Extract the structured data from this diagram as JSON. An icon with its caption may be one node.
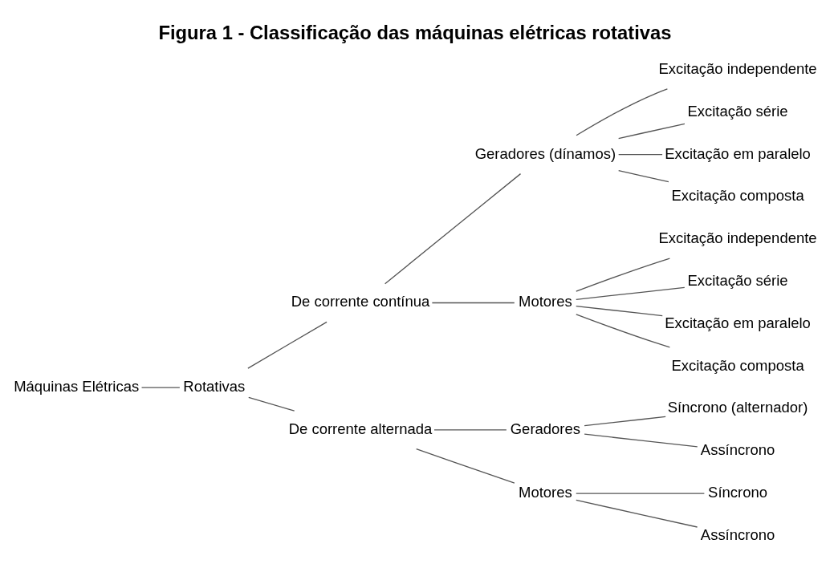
{
  "diagram": {
    "title": "Figura 1 - Classificação das máquinas elétricas rotativas",
    "nodes": [
      {
        "text": [
          "Máquinas Elétricas"
        ]
      },
      {
        "text": [
          "Rotativas"
        ]
      },
      {
        "text": [
          "De corrente contínua"
        ]
      },
      {
        "text": [
          "Geradores (dínamos)"
        ]
      },
      {
        "text": [
          "Excitação independente"
        ]
      },
      {
        "text": [
          "Excitação série"
        ]
      },
      {
        "text": [
          "Excitação em paralelo"
        ]
      },
      {
        "text": [
          "Excitação composta"
        ]
      },
      {
        "text": [
          "Motores"
        ]
      },
      {
        "text": [
          "Excitação independente"
        ]
      },
      {
        "text": [
          "Excitação série"
        ]
      },
      {
        "text": [
          "Excitação em paralelo"
        ]
      },
      {
        "text": [
          "Excitação composta"
        ]
      },
      {
        "text": [
          "De corrente alternada"
        ]
      },
      {
        "text": [
          "Geradores"
        ]
      },
      {
        "text": [
          "Síncrono (alternador)"
        ]
      },
      {
        "text": [
          "Assíncrono"
        ]
      },
      {
        "text": [
          "Motores"
        ]
      },
      {
        "text": [
          "Síncrono"
        ]
      },
      {
        "text": [
          "Assíncrono"
        ]
      }
    ],
    "edges": [
      {
        "from": 0,
        "to": 1,
        "arrow": "none"
      },
      {
        "from": 1,
        "to": 2,
        "arrow": "none"
      },
      {
        "from": 1,
        "to": 13,
        "arrow": "none"
      },
      {
        "from": 2,
        "to": 3,
        "arrow": "none"
      },
      {
        "from": 2,
        "to": 8,
        "arrow": "none"
      },
      {
        "from": 3,
        "to": 4,
        "arrow": "none"
      },
      {
        "from": 3,
        "to": 5,
        "arrow": "none"
      },
      {
        "from": 3,
        "to": 6,
        "arrow": "none"
      },
      {
        "from": 3,
        "to": 7,
        "arrow": "none"
      },
      {
        "from": 8,
        "to": 9,
        "arrow": "none"
      },
      {
        "from": 8,
        "to": 10,
        "arrow": "none"
      },
      {
        "from": 8,
        "to": 11,
        "arrow": "none"
      },
      {
        "from": 8,
        "to": 12,
        "arrow": "none"
      },
      {
        "from": 13,
        "to": 14,
        "arrow": "none"
      },
      {
        "from": 13,
        "to": 17,
        "arrow": "none"
      },
      {
        "from": 14,
        "to": 15,
        "arrow": "none"
      },
      {
        "from": 14,
        "to": 16,
        "arrow": "none"
      },
      {
        "from": 17,
        "to": 18,
        "arrow": "none"
      },
      {
        "from": 17,
        "to": 19,
        "arrow": "none"
      }
    ]
  }
}
